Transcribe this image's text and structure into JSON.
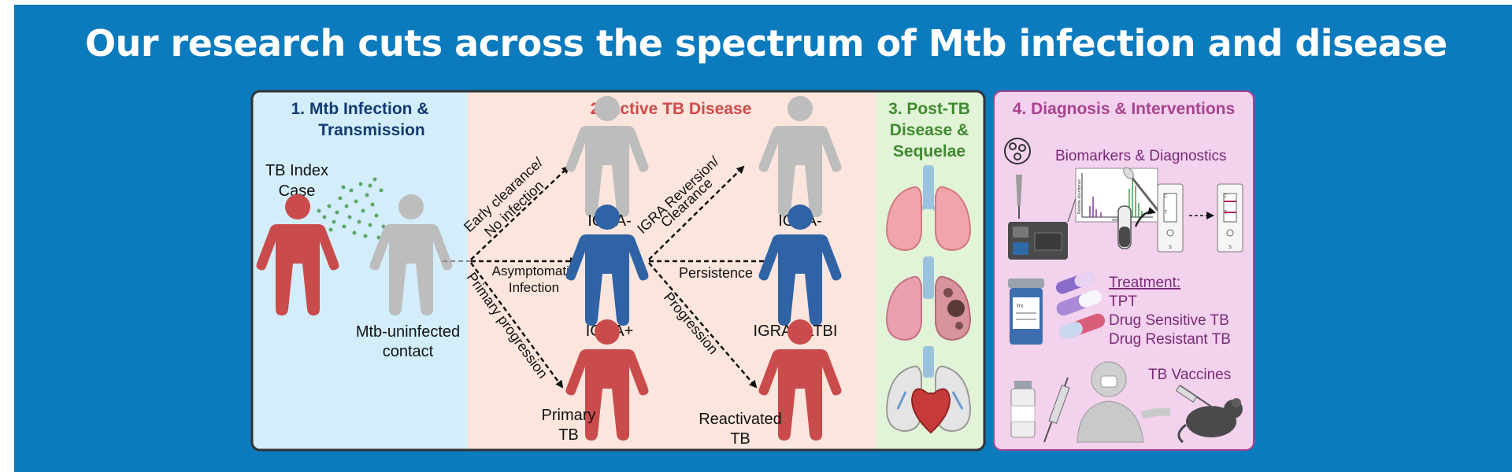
{
  "title": "Our research cuts across the spectrum of Mtb infection and disease",
  "colors": {
    "banner": "#0b7bbd",
    "panel1": "#d3eefa",
    "panel2": "#fbe5dd",
    "panel3": "#e2f4d7",
    "panel4": "#f3d2ee",
    "infected_red": "#c94b4b",
    "uninfected_gray": "#bdbdbd",
    "latent_blue": "#2f63a6"
  },
  "panels": {
    "p1": {
      "title_line1": "1.  Mtb Infection &",
      "title_line2": "Transmission"
    },
    "p2": {
      "title": "2. Active TB Disease"
    },
    "p3": {
      "title_line1": "3. Post-TB",
      "title_line2": "Disease &",
      "title_line3": "Sequelae"
    },
    "p4": {
      "title": "4. Diagnosis & Interventions"
    }
  },
  "people": {
    "index_case_line1": "TB Index",
    "index_case_line2": "Case",
    "contact_line1": "Mtb-uninfected",
    "contact_line2": "contact",
    "igra_neg_1": "IGRA-",
    "igra_pos": "IGRA+",
    "primary_tb_line1": "Primary",
    "primary_tb_line2": "TB",
    "igra_neg_2": "IGRA-",
    "igra_ltbi": "IGRA+/LTBI",
    "reactivated_line1": "Reactivated",
    "reactivated_line2": "TB"
  },
  "arrows": {
    "early_clearance_1": "Early clearance/",
    "early_clearance_2": "No infection",
    "asymptomatic_1": "Asymptomatic",
    "asymptomatic_2": "Infection",
    "primary_progression": "Primary progression",
    "igra_reversion_1": "IGRA Reversion/",
    "igra_reversion_2": "Clearance",
    "persistence": "Persistence",
    "progression": "Progression"
  },
  "diagnostics": {
    "biomarkers": "Biomarkers & Diagnostics",
    "treatment_heading": "Treatment:",
    "treatment_items": [
      "TPT",
      "Drug Sensitive TB",
      "Drug Resistant TB"
    ],
    "vaccines": "TB Vaccines",
    "spectrum_axis_y": "Relative abundance",
    "spectrum_axis_x": "m/z",
    "cassette_c": "C",
    "cassette_t": "T",
    "cassette_s": "S",
    "pill_rx": "Rx"
  }
}
